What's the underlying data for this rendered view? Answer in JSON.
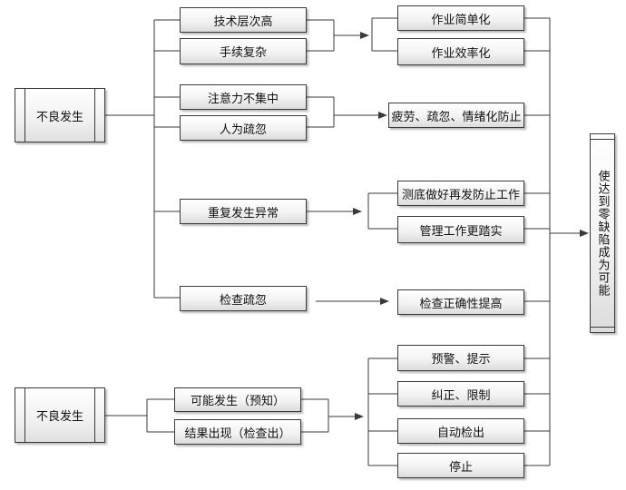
{
  "source_top": "不良发生",
  "source_bottom": "不良发生",
  "causes": {
    "tech_level": "技术层次高",
    "complex_procedure": "手续复杂",
    "attention_lapse": "注意力不集中",
    "human_negligence": "人为疏忽",
    "repeated_abnormal": "重复发生异常",
    "inspection_negligence": "检查疏忽"
  },
  "measures": {
    "simplify": "作业简单化",
    "efficiency": "作业效率化",
    "fatigue_prevention": "疲劳、疏忽、情绪化防止",
    "recurrence_prevention": "测底做好再发防止工作",
    "management": "管理工作更踏实",
    "inspection_accuracy": "检查正确性提高"
  },
  "detections": {
    "possible": "可能发生（预知）",
    "result": "结果出现（检查出）"
  },
  "actions": {
    "warning": "预警、提示",
    "correct": "纠正、限制",
    "auto_detect": "自动检出",
    "stop": "停止"
  },
  "goal": "使达到零缺陷成为可能",
  "colors": {
    "line": "#3a3a3a",
    "border": "#3a3a3a"
  }
}
